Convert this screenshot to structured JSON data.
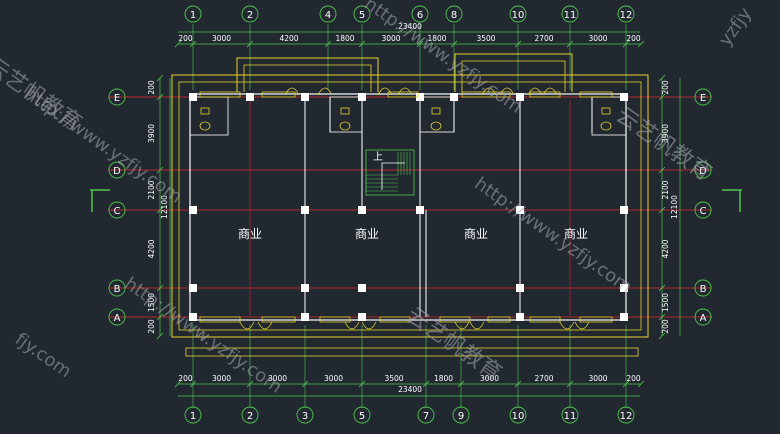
{
  "colors": {
    "background": "#212830",
    "axis": "#4fc84f",
    "dim": "#4fc84f",
    "grid": "#e5262d",
    "wall": "#ffffff",
    "outline": "#e6d22a",
    "window": "#e6d22a",
    "text": "#ffffff",
    "watermark": "#a8a8b0"
  },
  "plan": {
    "top_axis_labels": [
      "1",
      "2",
      "4",
      "5",
      "6",
      "8",
      "10",
      "11",
      "12"
    ],
    "bottom_axis_labels": [
      "1",
      "2",
      "3",
      "5",
      "7",
      "9",
      "10",
      "11",
      "12"
    ],
    "left_axis_labels": [
      "E",
      "D",
      "C",
      "B",
      "A"
    ],
    "right_axis_labels": [
      "E",
      "D",
      "C",
      "B",
      "A"
    ],
    "top_total": "23400",
    "bottom_total": "23400",
    "top_dims": [
      "200",
      "3000",
      "4200",
      "1800",
      "3000",
      "1800",
      "3500",
      "2700",
      "3000",
      "200"
    ],
    "bottom_dims": [
      "200",
      "3000",
      "3000",
      "3000",
      "3500",
      "1800",
      "3000",
      "2700",
      "3000",
      "200"
    ],
    "left_dims": [
      "200",
      "3900",
      "2100",
      "4200",
      "1500",
      "200"
    ],
    "right_dims": [
      "200",
      "3900",
      "2100",
      "4200",
      "1500",
      "200"
    ],
    "side_total_left": "12100",
    "side_total_right": "12100",
    "rooms": [
      "商业",
      "商业",
      "商业",
      "商业"
    ],
    "stair_label": "上"
  },
  "watermarks": {
    "url": "http://www.yzfjy.com",
    "brand": "云艺帆教育",
    "edge_left": "fjy.com",
    "edge_right": "yzfjy"
  }
}
